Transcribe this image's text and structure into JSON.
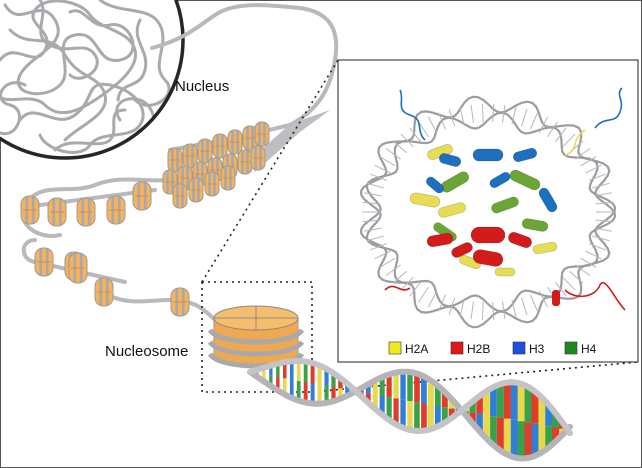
{
  "labels": {
    "nucleus": "Nucleus",
    "nucleosome": "Nucleosome"
  },
  "legend": [
    {
      "label": "H2A",
      "color": "#f2ea20"
    },
    {
      "label": "H2B",
      "color": "#e01818"
    },
    {
      "label": "H3",
      "color": "#1f4fe0"
    },
    {
      "label": "H4",
      "color": "#1e8a1e"
    }
  ],
  "colors": {
    "histone": "#f4b35c",
    "histone_edge": "#9a9a9a",
    "dna_strand": "#b8b8bd",
    "frame": "#555555",
    "protein_h3_blue": "#1d6fc0",
    "protein_h4_green": "#6aa536",
    "protein_h2b_red": "#d41b1b",
    "protein_h2a_yellow": "#e6dd55"
  },
  "icons": [
    "nucleus-circle",
    "chromatin-fiber",
    "nucleosome-disc",
    "dna-double-helix",
    "histone-octamer-structure"
  ]
}
